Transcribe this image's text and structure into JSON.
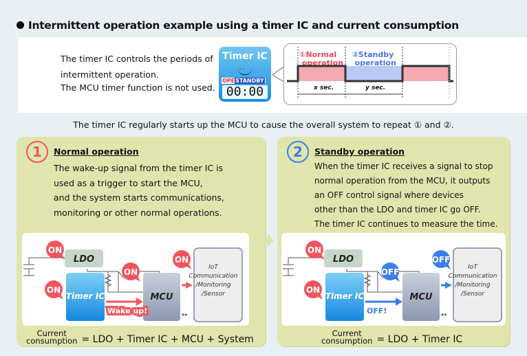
{
  "title": "Intermittent operation example using a timer IC and current consumption",
  "intro": {
    "lines": [
      "The timer IC controls the periods of",
      "intermittent operation.",
      "The MCU timer function is not used."
    ],
    "timer_icon": {
      "label": "Timer IC",
      "mode_ope": "OPE",
      "mode_standby": "STANDBY",
      "display": "00:00"
    },
    "waveform": {
      "normal_label": "①Normal operation",
      "standby_label": "②Standby operation",
      "x_label": "x sec.",
      "y_label": "y sec.",
      "colors": {
        "normal": "#f5a9b0",
        "standby": "#b9c8f5",
        "normal_text": "#e64b5a",
        "standby_text": "#4a74e8"
      }
    }
  },
  "caption": "The timer IC regularly starts up the MCU to cause the overall system to repeat ① and ②.",
  "panels": [
    {
      "number": "1",
      "heading": "Normal operation",
      "body": [
        "The wake-up signal from the timer IC is",
        "used as a trigger to start the MCU,",
        "and the system starts communications,",
        "monitoring or other normal operations."
      ],
      "diagram": {
        "ldo": "LDO",
        "timer": "Timer IC",
        "mcu": "MCU",
        "system": [
          "IoT",
          "Communication",
          "/Monitoring",
          "/Sensor"
        ],
        "ldo_state": "ON",
        "timer_state": "ON",
        "mcu_state": "ON",
        "system_state": "ON",
        "signal_label": "Wake up!"
      },
      "current": {
        "label_top": "Current",
        "label_bottom": "consumption",
        "formula": "= LDO + Timer IC + MCU + System"
      }
    },
    {
      "number": "2",
      "heading": "Standby operation",
      "body": [
        "When the timer IC receives a signal to stop",
        "normal operation from the MCU, it outputs",
        "an OFF control signal where devices",
        "other than the LDO and timer IC go OFF.",
        "The timer IC continues to measure the time."
      ],
      "diagram": {
        "ldo": "LDO",
        "timer": "Timer IC",
        "mcu": "MCU",
        "system": [
          "IoT",
          "Communication",
          "/Monitoring",
          "/Sensor"
        ],
        "ldo_state": "ON",
        "timer_state": "ON",
        "mcu_state": "OFF",
        "system_state": "OFF",
        "signal_label": "OFF!"
      },
      "current": {
        "label_top": "Current",
        "label_bottom": "consumption",
        "formula": "= LDO + Timer IC"
      }
    }
  ],
  "colors": {
    "on": "#f0555e",
    "off": "#3d7ee8",
    "panel": "#e0e5ad",
    "num1": "#f0555e",
    "num2": "#3d7ee8"
  }
}
